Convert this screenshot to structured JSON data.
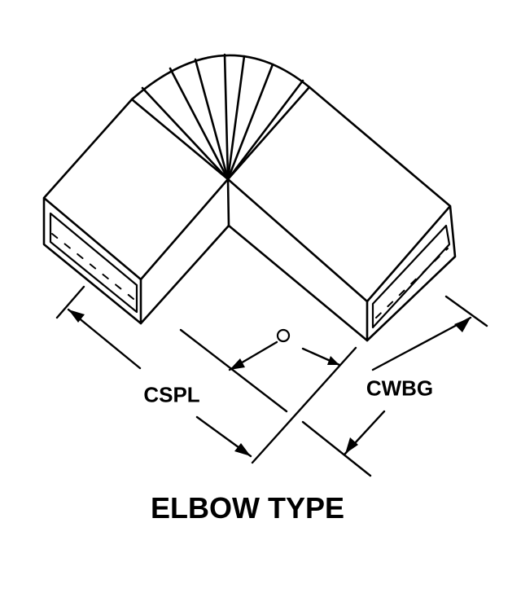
{
  "title": "ELBOW TYPE",
  "labels": {
    "length": "CSPL",
    "width": "CWBG",
    "angle": "O"
  }
}
